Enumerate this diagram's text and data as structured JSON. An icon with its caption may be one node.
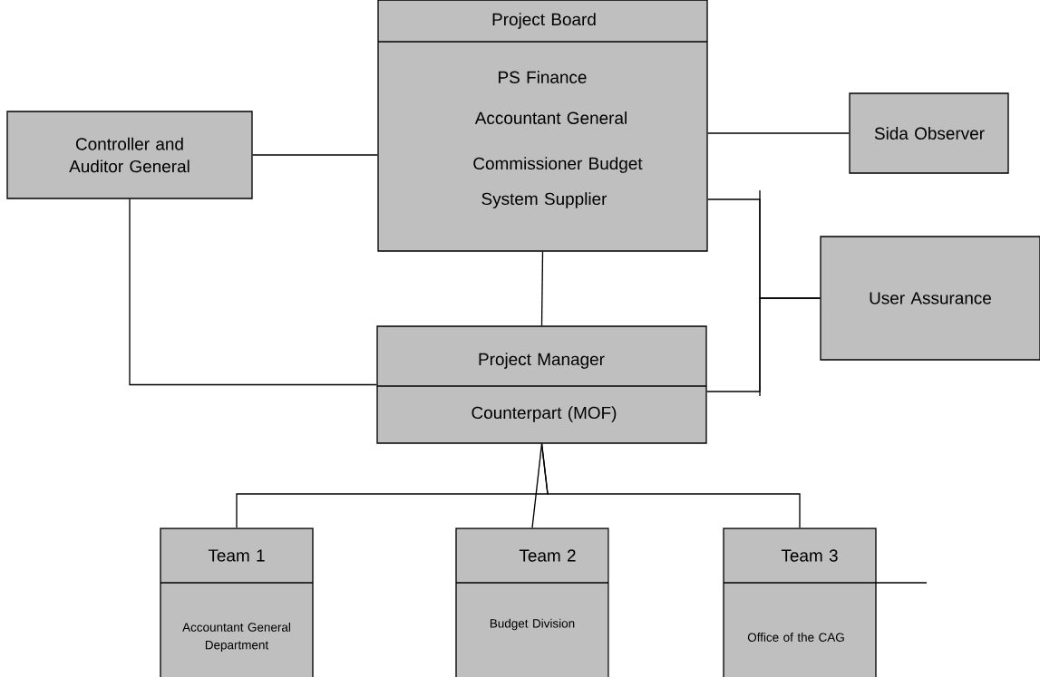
{
  "diagram": {
    "nodes": [
      {
        "text": [
          "Project Board",
          "PS Finance",
          "Accountant General",
          "Commissioner Budget",
          "System Supplier"
        ]
      },
      {
        "text": [
          "Controller and Auditor General"
        ]
      },
      {
        "text": [
          "Sida Observer"
        ]
      },
      {
        "text": [
          "User Assurance"
        ]
      },
      {
        "text": [
          "Project Manager",
          "Counterpart (MOF)"
        ]
      },
      {
        "text": [
          "Team 1",
          "Accountant General Department"
        ]
      },
      {
        "text": [
          "Team 2",
          "Budget Division"
        ]
      },
      {
        "text": [
          "Team 3",
          "Office of the CAG"
        ]
      }
    ],
    "edges": [
      {
        "from": 1,
        "to": 0,
        "arrow": "none"
      },
      {
        "from": 0,
        "to": 2,
        "arrow": "none"
      },
      {
        "from": 0,
        "to": 4,
        "arrow": "none"
      },
      {
        "from": 1,
        "to": 4,
        "arrow": "none"
      },
      {
        "from": 0,
        "to": 3,
        "arrow": "none"
      },
      {
        "from": 4,
        "to": 3,
        "arrow": "none"
      },
      {
        "from": 4,
        "to": 5,
        "arrow": "none"
      },
      {
        "from": 4,
        "to": 6,
        "arrow": "none"
      },
      {
        "from": 4,
        "to": 7,
        "arrow": "none"
      }
    ]
  }
}
